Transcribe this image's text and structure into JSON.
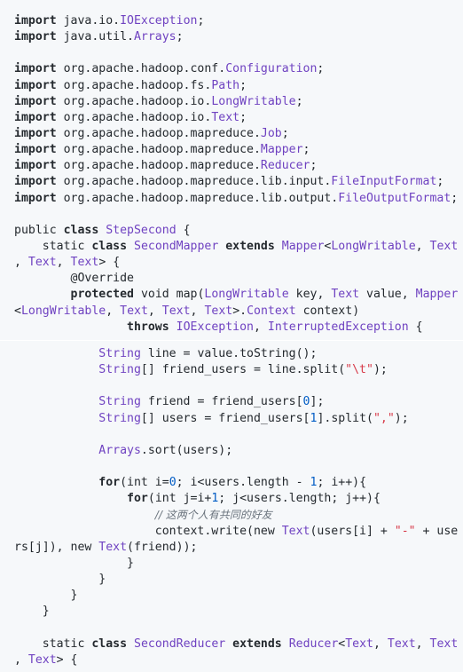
{
  "code_top": [
    [
      [
        "kw",
        "import"
      ],
      [
        "p",
        " java.io."
      ],
      [
        "ty",
        "IOException"
      ],
      [
        "p",
        ";"
      ]
    ],
    [
      [
        "kw",
        "import"
      ],
      [
        "p",
        " java.util."
      ],
      [
        "ty",
        "Arrays"
      ],
      [
        "p",
        ";"
      ]
    ],
    [],
    [
      [
        "kw",
        "import"
      ],
      [
        "p",
        " org.apache.hadoop.conf."
      ],
      [
        "ty",
        "Configuration"
      ],
      [
        "p",
        ";"
      ]
    ],
    [
      [
        "kw",
        "import"
      ],
      [
        "p",
        " org.apache.hadoop.fs."
      ],
      [
        "ty",
        "Path"
      ],
      [
        "p",
        ";"
      ]
    ],
    [
      [
        "kw",
        "import"
      ],
      [
        "p",
        " org.apache.hadoop.io."
      ],
      [
        "ty",
        "LongWritable"
      ],
      [
        "p",
        ";"
      ]
    ],
    [
      [
        "kw",
        "import"
      ],
      [
        "p",
        " org.apache.hadoop.io."
      ],
      [
        "ty",
        "Text"
      ],
      [
        "p",
        ";"
      ]
    ],
    [
      [
        "kw",
        "import"
      ],
      [
        "p",
        " org.apache.hadoop.mapreduce."
      ],
      [
        "ty",
        "Job"
      ],
      [
        "p",
        ";"
      ]
    ],
    [
      [
        "kw",
        "import"
      ],
      [
        "p",
        " org.apache.hadoop.mapreduce."
      ],
      [
        "ty",
        "Mapper"
      ],
      [
        "p",
        ";"
      ]
    ],
    [
      [
        "kw",
        "import"
      ],
      [
        "p",
        " org.apache.hadoop.mapreduce."
      ],
      [
        "ty",
        "Reducer"
      ],
      [
        "p",
        ";"
      ]
    ],
    [
      [
        "kw",
        "import"
      ],
      [
        "p",
        " org.apache.hadoop.mapreduce.lib.input."
      ],
      [
        "ty",
        "FileInputFormat"
      ],
      [
        "p",
        ";"
      ]
    ],
    [
      [
        "kw",
        "import"
      ],
      [
        "p",
        " org.apache.hadoop.mapreduce.lib.output."
      ],
      [
        "ty",
        "FileOutputFormat"
      ],
      [
        "p",
        ";"
      ]
    ],
    [],
    [
      [
        "p",
        "public "
      ],
      [
        "kw",
        "class"
      ],
      [
        "p",
        " "
      ],
      [
        "ty",
        "StepSecond"
      ],
      [
        "p",
        " {"
      ]
    ],
    [
      [
        "p",
        "    static "
      ],
      [
        "kw",
        "class"
      ],
      [
        "p",
        " "
      ],
      [
        "ty",
        "SecondMapper"
      ],
      [
        "p",
        " "
      ],
      [
        "kw",
        "extends"
      ],
      [
        "p",
        " "
      ],
      [
        "ty",
        "Mapper"
      ],
      [
        "p",
        "<"
      ],
      [
        "ty",
        "LongWritable"
      ],
      [
        "p",
        ", "
      ],
      [
        "ty",
        "Text"
      ]
    ],
    [
      [
        "p",
        ", "
      ],
      [
        "ty",
        "Text"
      ],
      [
        "p",
        ", "
      ],
      [
        "ty",
        "Text"
      ],
      [
        "p",
        "> {"
      ]
    ],
    [
      [
        "p",
        "        @Override"
      ]
    ],
    [
      [
        "p",
        "        "
      ],
      [
        "kw",
        "protected"
      ],
      [
        "p",
        " void map("
      ],
      [
        "ty",
        "LongWritable"
      ],
      [
        "p",
        " key, "
      ],
      [
        "ty",
        "Text"
      ],
      [
        "p",
        " value, "
      ],
      [
        "ty",
        "Mapper"
      ]
    ],
    [
      [
        "p",
        "<"
      ],
      [
        "ty",
        "LongWritable"
      ],
      [
        "p",
        ", "
      ],
      [
        "ty",
        "Text"
      ],
      [
        "p",
        ", "
      ],
      [
        "ty",
        "Text"
      ],
      [
        "p",
        ", "
      ],
      [
        "ty",
        "Text"
      ],
      [
        "p",
        ">."
      ],
      [
        "ty",
        "Context"
      ],
      [
        "p",
        " context)"
      ]
    ],
    [
      [
        "p",
        "                "
      ],
      [
        "kw",
        "throws"
      ],
      [
        "p",
        " "
      ],
      [
        "ty",
        "IOException"
      ],
      [
        "p",
        ", "
      ],
      [
        "ty",
        "InterruptedException"
      ],
      [
        "p",
        " {"
      ]
    ]
  ],
  "code_bottom": [
    [
      [
        "p",
        "            "
      ],
      [
        "ty",
        "String"
      ],
      [
        "p",
        " line = value.toString();"
      ]
    ],
    [
      [
        "p",
        "            "
      ],
      [
        "ty",
        "String"
      ],
      [
        "p",
        "[] friend_users = line.split("
      ],
      [
        "str",
        "\"\\t\""
      ],
      [
        "p",
        ");"
      ]
    ],
    [],
    [
      [
        "p",
        "            "
      ],
      [
        "ty",
        "String"
      ],
      [
        "p",
        " friend = friend_users["
      ],
      [
        "num",
        "0"
      ],
      [
        "p",
        "];"
      ]
    ],
    [
      [
        "p",
        "            "
      ],
      [
        "ty",
        "String"
      ],
      [
        "p",
        "[] users = friend_users["
      ],
      [
        "num",
        "1"
      ],
      [
        "p",
        "].split("
      ],
      [
        "str",
        "\",\""
      ],
      [
        "p",
        ");"
      ]
    ],
    [],
    [
      [
        "p",
        "            "
      ],
      [
        "ty",
        "Arrays"
      ],
      [
        "p",
        ".sort(users);"
      ]
    ],
    [],
    [
      [
        "p",
        "            "
      ],
      [
        "kw",
        "for"
      ],
      [
        "p",
        "(int i="
      ],
      [
        "num",
        "0"
      ],
      [
        "p",
        "; i<users.length - "
      ],
      [
        "num",
        "1"
      ],
      [
        "p",
        "; i++){"
      ]
    ],
    [
      [
        "p",
        "                "
      ],
      [
        "kw",
        "for"
      ],
      [
        "p",
        "(int j=i+"
      ],
      [
        "num",
        "1"
      ],
      [
        "p",
        "; j<users.length; j++){"
      ]
    ],
    [
      [
        "p",
        "                    "
      ],
      [
        "cm",
        "// 这两个人有共同的好友"
      ]
    ],
    [
      [
        "p",
        "                    context.write(new "
      ],
      [
        "ty",
        "Text"
      ],
      [
        "p",
        "(users[i] + "
      ],
      [
        "str",
        "\"-\""
      ],
      [
        "p",
        " + use"
      ]
    ],
    [
      [
        "p",
        "rs[j]), new "
      ],
      [
        "ty",
        "Text"
      ],
      [
        "p",
        "(friend));"
      ]
    ],
    [
      [
        "p",
        "                }"
      ]
    ],
    [
      [
        "p",
        "            }"
      ]
    ],
    [
      [
        "p",
        "        }"
      ]
    ],
    [
      [
        "p",
        "    }"
      ]
    ],
    [],
    [
      [
        "p",
        "    static "
      ],
      [
        "kw",
        "class"
      ],
      [
        "p",
        " "
      ],
      [
        "ty",
        "SecondReducer"
      ],
      [
        "p",
        " "
      ],
      [
        "kw",
        "extends"
      ],
      [
        "p",
        " "
      ],
      [
        "ty",
        "Reducer"
      ],
      [
        "p",
        "<"
      ],
      [
        "ty",
        "Text"
      ],
      [
        "p",
        ", "
      ],
      [
        "ty",
        "Text"
      ],
      [
        "p",
        ", "
      ],
      [
        "ty",
        "Text"
      ]
    ],
    [
      [
        "p",
        ", "
      ],
      [
        "ty",
        "Text"
      ],
      [
        "p",
        "> {"
      ]
    ]
  ]
}
